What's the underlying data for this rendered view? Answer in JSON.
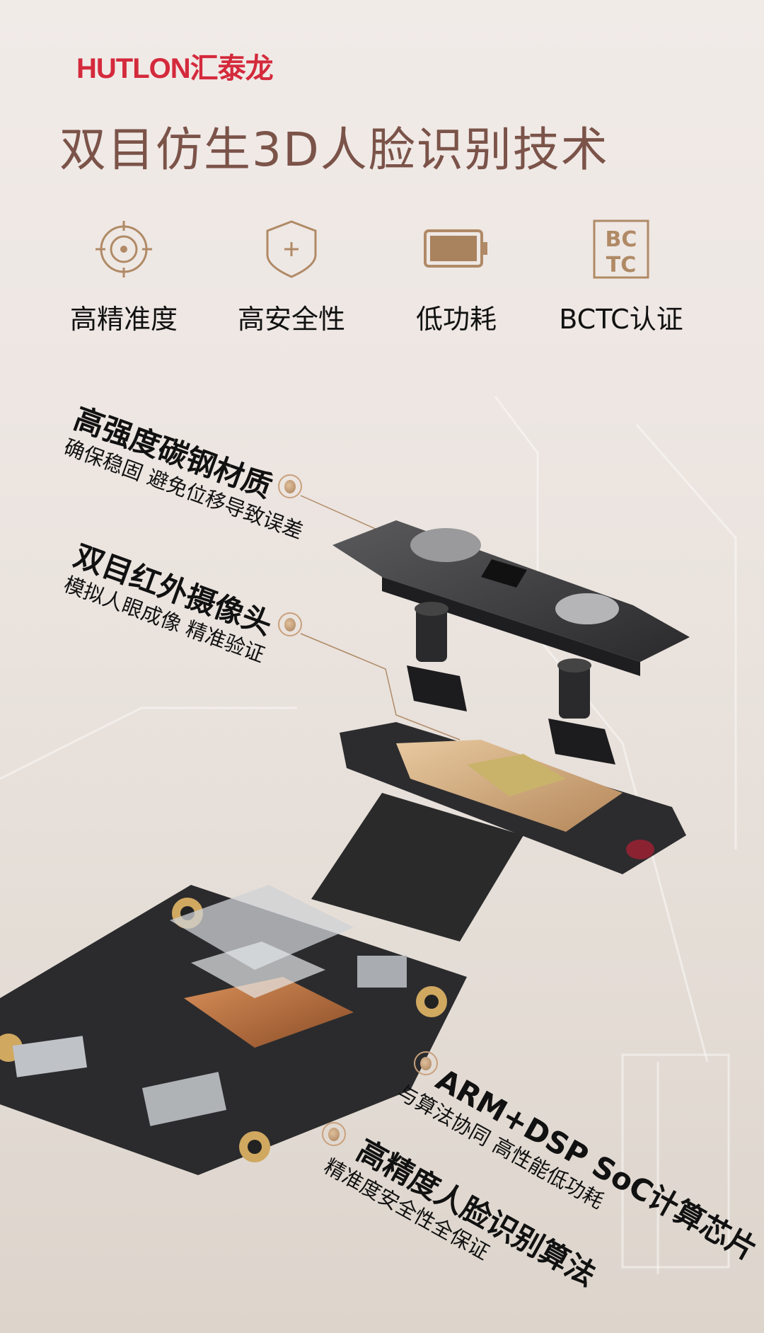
{
  "brand": {
    "logo_text": "HUTLON汇泰龙"
  },
  "headline": "双目仿生3D人脸识别技术",
  "features": [
    {
      "icon": "target-icon",
      "label": "高精准度"
    },
    {
      "icon": "shield-plus-icon",
      "label": "高安全性"
    },
    {
      "icon": "battery-icon",
      "label": "低功耗"
    },
    {
      "icon": "bctc-badge-icon",
      "label": "BCTC认证"
    }
  ],
  "callouts": [
    {
      "title": "高强度碳钢材质",
      "subtitle": "确保稳固 避免位移导致误差"
    },
    {
      "title": "双目红外摄像头",
      "subtitle": "模拟人眼成像 精准验证"
    },
    {
      "title": "ARM+DSP SoC计算芯片",
      "subtitle": "与算法协同  高性能低功耗"
    },
    {
      "title": "高精度人脸识别算法",
      "subtitle": "精准度安全性全保证"
    }
  ],
  "colors": {
    "brand_red": "#d42a3c",
    "headline": "#7b5349",
    "gold": "#b08a66"
  }
}
